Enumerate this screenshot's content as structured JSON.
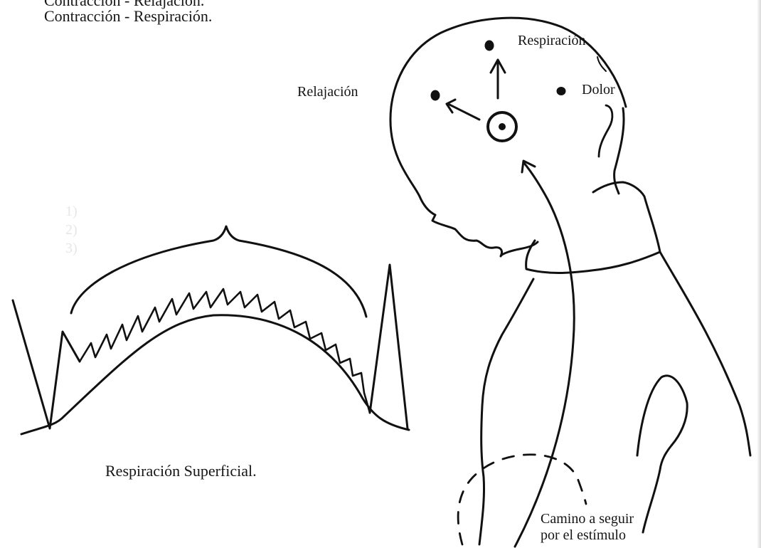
{
  "top_captions": [
    "Contracción - Relajación.",
    "Contracción - Respiración."
  ],
  "head_labels": {
    "respiration": "Respiración",
    "relaxation": "Relajación",
    "pain": "Dolor"
  },
  "wave_caption": "Respiración Superficial.",
  "stimulus_caption": [
    "Camino a seguir",
    "por el estímulo"
  ],
  "bleed_through_text": [
    "1)",
    "2)",
    "3)"
  ],
  "ink_color": "#111111"
}
